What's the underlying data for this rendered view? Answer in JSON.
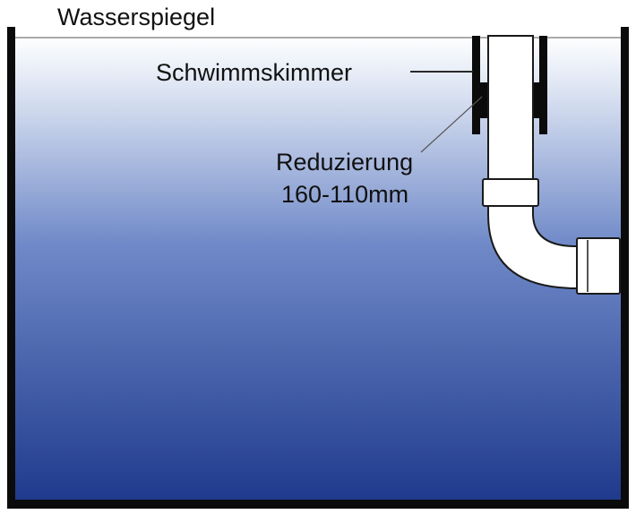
{
  "labels": {
    "water_level": "Wasserspiegel",
    "skimmer": "Schwimmskimmer",
    "reducer_line1": "Reduzierung",
    "reducer_line2": "160-110mm"
  },
  "colors": {
    "water_top": "#ffffff",
    "water_mid": "#6f89c8",
    "water_bottom": "#1f3a8c",
    "wall": "#0b0b0b",
    "pipe": "#ffffff",
    "pipe_outline": "#1a1a1a",
    "leader_line": "#2a2a2a"
  }
}
